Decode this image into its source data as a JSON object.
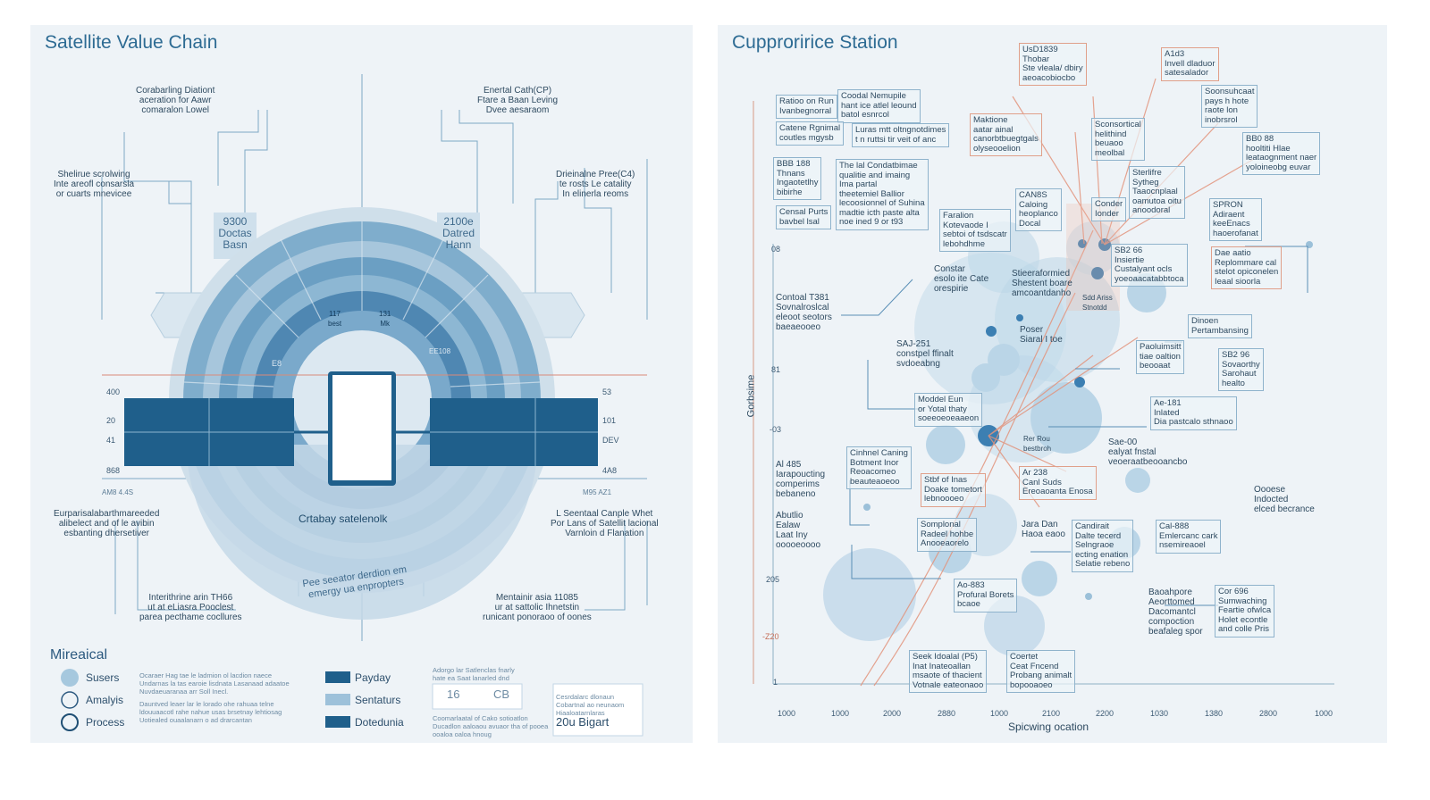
{
  "left": {
    "title": "Satellite Value Chain",
    "callouts": {
      "top_left": "Corabarling Diationt\naceration for Aawr\ncomaralon Lowel",
      "top_right": "Enertal Cath(CP)\nFtare a Baan Leving\nDvee aesaraom",
      "mid_left": "Shelirue scrolwing\nInte areofl consarsla\nor cuarts mnevicee",
      "mid_right": "Drieinalne Pree(C4)\nte rosts Le catality\nIn elinerla reoms",
      "stat_left": "9300\nDoctas\nBasn",
      "stat_right": "2100e\nDatred\nHann",
      "low_left": "Eurparisalabarthmareeded\nalibelect and of le avibin\nesbanting dhersetiver",
      "low_right": "L Seentaal Canple Whet\nPor Lans of Satellit lacional\nVarnloin d Flanation",
      "bot_left": "Interithrine arin TH66\nut at eLiasra Pooclest\nparea pecthame cocllures",
      "bot_right": "Mentainir asia 11085\nur at sattolic Ihnetstin\nrunicant ponoraoo of oones",
      "low_left_code": "AM8 4.4S",
      "low_right_code": "M95 AZ1"
    },
    "dial": {
      "center_label": "Crtabay satelenolk",
      "arc_text": "Pee seeator derdion em\nemergy ua enpropters",
      "inner_left": "117\nbest",
      "inner_right": "131\nMk",
      "inner_code": "EE108",
      "inner_small": "E8"
    },
    "side_ticks_left": [
      "400",
      "20",
      "41",
      "868"
    ],
    "side_ticks_right": [
      "53",
      "101",
      "DEV",
      "4A8"
    ],
    "legend": {
      "title": "Mireaical",
      "items": [
        "Susers",
        "Amalyis",
        "Process"
      ],
      "bars": [
        "Payday",
        "Sentaturs",
        "Dotedunia"
      ],
      "desc1": "Ocaraer Hag tae le ladmion ol lacdion naece\nUndarnas la tas earoie lisdnata Lasanaad adaatoe\nNuvdaeuaranaa arr Soll Inecl.",
      "desc2": "Dauntved leaer lar le lorado ohe rahuaa telne\nldouuaacotl rahe nahue usas brsetnay lehtiosag\nUotiealed ouaalanarn o ad drarcantan",
      "mini_caption": "Adorgo lar Satlenclas fnarly\nhate ea Saat lanarled dnd",
      "counter_a": "16",
      "counter_b": "CB",
      "counter_caption": "Coomarlaatal of Cako sotioatlon\nDucadlon aaloaou avuaor tha of pooea\nooaloa oaloa hnoug",
      "right_caption": "Cesrdalarc dlonaun\nCobartnal ao neunaom\nHiaaloatarnlaras",
      "right_value": "20u Bigart"
    }
  },
  "right": {
    "title": "Cupproririce Station",
    "y_axis_label": "Gorbsime",
    "x_axis_label": "Spicwing ocation",
    "y_ticks": [
      "08",
      "81",
      "-03",
      "205",
      "-Z20",
      "1"
    ],
    "x_ticks": [
      "1000",
      "1000",
      "2000",
      "2880",
      "1000",
      "2100",
      "2200",
      "1030",
      "1380",
      "2800",
      "1000"
    ],
    "header_boxes": [
      {
        "text": "Ratioo on Run\nIvanbegnorral"
      },
      {
        "text": "Coodal Nemupile\nhant ice atlel leound\nbatol esnrcol"
      },
      {
        "text": "Catene Rgnimal\ncoutles mgysb"
      },
      {
        "text": "Luras mtt oltngnotdimes\nt n ruttsi tir veit of anc"
      },
      {
        "text": "BBB 188\nThnans\nIngaotetlhy\nbibirhe"
      },
      {
        "text": "The lal Condatbimae\nqualitie and imaing\nIma partal\ntheetemiel Ballior\nlecoosionnel of Suhina\nmadtie icth paste alta\nnoe ined 9 or t93"
      },
      {
        "text": "Censal Purts\nbavbel lsal"
      }
    ],
    "notes": [
      "UsD1839\nThobar\nSte vleala/ dbiry\naeoacobiocbo",
      "A1d3\nInvell dladuor\nsatesalador",
      "Maktione\naatar ainal\ncanorbtbuegtgals\nolyseooelion",
      "Sconsortical\nhelithind\nbeuaoo\nmeolbal",
      "Soonsuhcaat\npays h hote\nraote lon\ninobrsrol",
      "BB0 88\nhooltiti Hlae\nleataognment naer\nyoloineobg euvar",
      "Sterlifre\nSytheg\nTaaocnplaal\noamutoa oitu\nanoodoral",
      "CAN8S\nCaloing\nheoplanco\nDocal",
      "Conder\nIonder",
      "Faralion\nKotevaode I\nsebtoi of tsdscatr\nlebohdhme",
      "SPRON\nAdiraent\nkeeEnacs\nhaoerofanat",
      "SB2 66\nInsiertie\nCustalyant ocls\nyoeoaacatabbtoca",
      "Dae aatio\nReplommare cal\nstelot opiconelen\nIeaal sioorla",
      "Constar\nesolo ite Cate\norespirie",
      "Stieeraformied\nShestent boare\namcoantdanho",
      "Sdd Ariss\nStnotdd",
      "Contoal T381\nSovnalroslcal\neleoot seotors\nbaeaeooeo",
      "Poser\nSiaral I toe",
      "Dinoen\nPertambansing",
      "SAJ-251\nconstpel ffinalt\nsvdoeabng",
      "Paoluimsitt\ntiae oaltion\nbeooaat",
      "SB2 96\nSovaorthy\nSarohaut\nhealto",
      "Moddel Eun\nor Yotal thaty\nsoeeoeoeaaeon",
      "Ae-181\nInlated\nDia pastcalo sthnaoo",
      "Rer Rou\nbestbroh",
      "Sae-00\nealyat fnstal\nveoeraatbeooancbo",
      "Cinhnel Caning\nBotment Inor\nReoacomeo\nbeauteaoeoo",
      "Al 485\nIarapoucting\ncomperims\nbebaneno",
      "Stbf of Inas\nDoake tometort\nlebnoooeo",
      "Ar 238\nCanl Suds\nEreoaoanta Enosa",
      "Oooese\nIndocted\nelced becrance",
      "Abutlio\nEalaw\nLaat Iny\nooooeoooo",
      "Somplonal\nRadeel hohbe\nAnooeaorelo",
      "Jara Dan\nHaoa eaoo",
      "Candirait\nDalte tecerd\nSelngraoe\necting enation\nSelatie rebeno",
      "Cal-888\nEmlercanc cark\nnsemireaoel",
      "Ao-883\nProfural Borets\nbcaoe",
      "Baoahpore\nAeorttomed\nDacomantcl\ncompoction\nbeafaleg spor",
      "Cor 696\nSumwaching\nFeartie ofwlca\nHolet econtle\nand colle Pris",
      "Seek Idoalal (P5)\nInat Inateoallan\nmsaote of thacient\nVotnale eateonaoo",
      "Coertet\nCeat Fncend\nProbang animalt\nbopooaoeo"
    ]
  }
}
